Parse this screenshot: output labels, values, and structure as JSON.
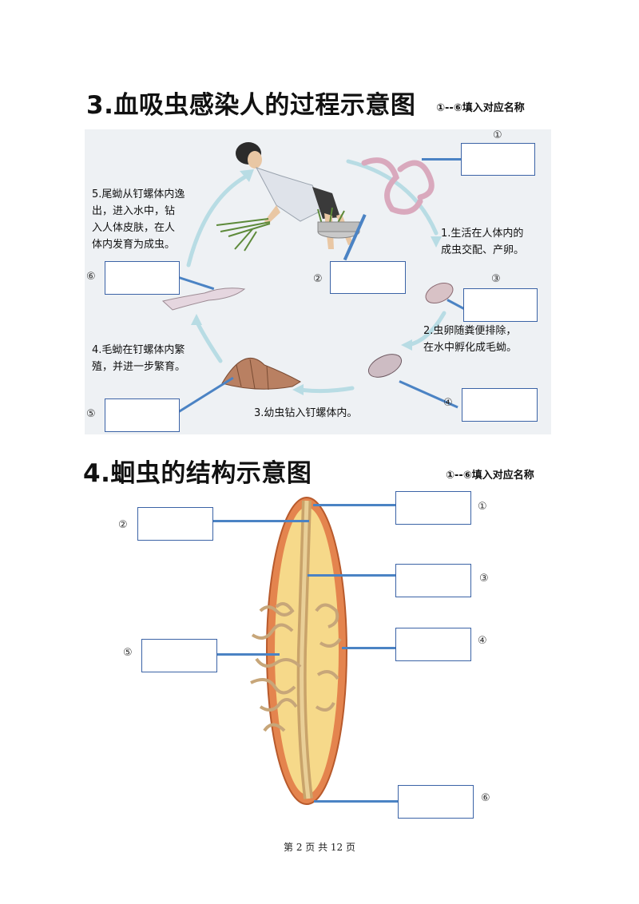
{
  "section3": {
    "title": "3.血吸虫感染人的过程示意图",
    "instruction": "①--⑥填入对应名称",
    "steps": [
      "1.生活在人体内的\n成虫交配、产卵。",
      "2.虫卵随粪便排除，\n在水中孵化成毛蚴。",
      "3.幼虫钻入钉螺体内。",
      "4.毛蚴在钉螺体内繁\n殖，并进一步繁育。",
      "5.尾蚴从钉螺体内逸\n出，进入水中，钻\n入人体皮肤，在人\n体内发育为成虫。"
    ],
    "markers": [
      "①",
      "②",
      "③",
      "④",
      "⑤",
      "⑥"
    ]
  },
  "section4": {
    "title": "4.蛔虫的结构示意图",
    "instruction": "①--⑥填入对应名称",
    "markers": [
      "①",
      "②",
      "③",
      "④",
      "⑤",
      "⑥"
    ]
  },
  "footer": {
    "page_text": "第 2 页 共 12 页"
  },
  "colors": {
    "leader_line": "#4b83c4",
    "box_border": "#3b63a6",
    "panel_bg": "#eef1f4",
    "worm_body": "#e88a55"
  }
}
